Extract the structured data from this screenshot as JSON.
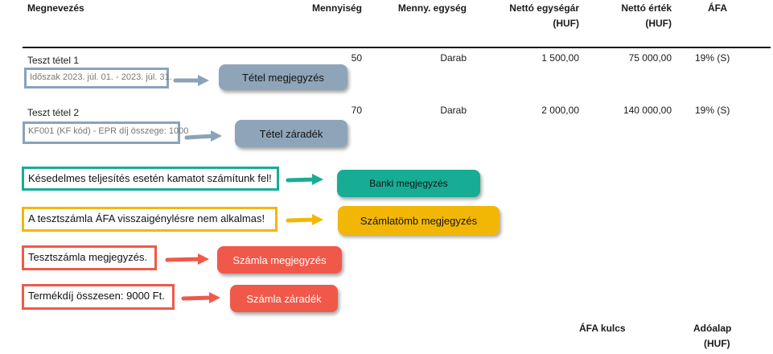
{
  "table": {
    "headers": {
      "name": "Megnevezés",
      "quantity": "Mennyiség",
      "unit": "Menny. egység",
      "unit_price": "Nettó egységár",
      "unit_price_currency": "(HUF)",
      "net_value": "Nettó érték",
      "net_value_currency": "(HUF)",
      "vat": "ÁFA"
    },
    "rows": [
      {
        "name": "Teszt tétel 1",
        "quantity": "50",
        "unit": "Darab",
        "unit_price": "1 500,00",
        "net_value": "75 000,00",
        "vat": "19% (S)",
        "note": "Időszak 2023. júl. 01. - 2023. júl. 31."
      },
      {
        "name": "Teszt tétel 2",
        "quantity": "70",
        "unit": "Darab",
        "unit_price": "2 000,00",
        "net_value": "140 000,00",
        "vat": "19% (S)",
        "note": "KF001 (KF kód) - EPR díj összege: 1000"
      }
    ]
  },
  "remarks": {
    "bank": "Késedelmes teljesítés esetén kamatot számítunk fel!",
    "invoice_book": "A tesztszámla ÁFA visszaigénylésre nem alkalmas!",
    "invoice": "Tesztszámla megjegyzés.",
    "invoice_clause": "Termékdíj összesen: 9000 Ft."
  },
  "callouts": {
    "item_note": "Tétel megjegyzés",
    "item_clause": "Tétel záradék",
    "bank_note": "Banki megjegyzés",
    "invoice_book_note": "Számlatömb megjegyzés",
    "invoice_note": "Számla megjegyzés",
    "invoice_clause": "Számla záradék"
  },
  "summary": {
    "vat_rate_header": "ÁFA kulcs",
    "tax_base_header": "Adóalap",
    "tax_base_currency": "(HUF)"
  },
  "colors": {
    "gray_blue": "#8aa3b8",
    "teal": "#17ad95",
    "yellow": "#f2b705",
    "red": "#f0594a"
  }
}
